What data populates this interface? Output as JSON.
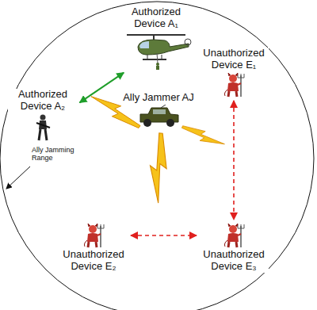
{
  "diagram": {
    "nodes": [
      {
        "text": [
          "Authorized Device A₁"
        ]
      },
      {
        "text": [
          "Unauthorized Device E₁"
        ]
      },
      {
        "text": [
          "Authorized Device A₂"
        ]
      },
      {
        "text": [
          "Ally Jammer AJ"
        ]
      },
      {
        "text": [
          "Unauthorized Device E₂"
        ]
      },
      {
        "text": [
          "Unauthorized Device E₃"
        ]
      }
    ],
    "edges": [
      {
        "from": 0,
        "to": 2,
        "arrow": "both"
      },
      {
        "from": 1,
        "to": 5,
        "arrow": "both"
      },
      {
        "from": 4,
        "to": 5,
        "arrow": "both"
      }
    ],
    "labels": [
      "Ally Jamming Range"
    ]
  }
}
